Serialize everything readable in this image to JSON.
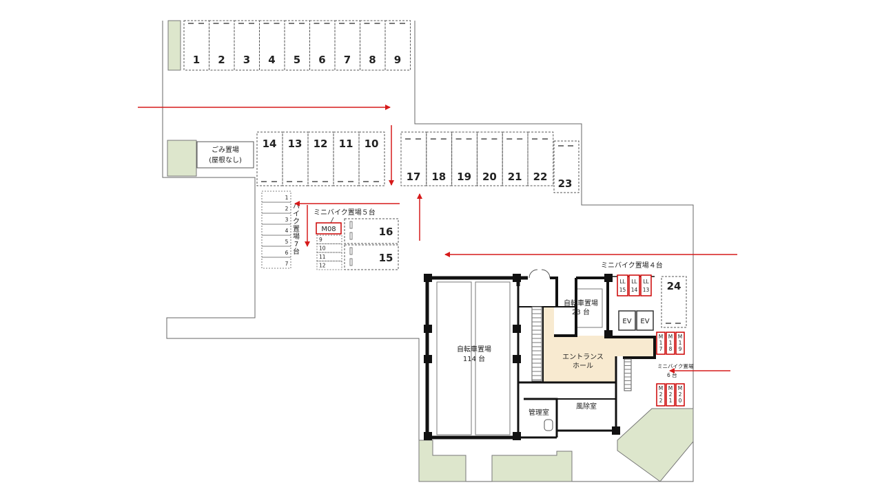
{
  "parking_top_row": [
    "1",
    "2",
    "3",
    "4",
    "5",
    "6",
    "7",
    "8",
    "9"
  ],
  "parking_mid_row": [
    "14",
    "13",
    "12",
    "11",
    "10"
  ],
  "parking_right_row": [
    "17",
    "18",
    "19",
    "20",
    "21",
    "22"
  ],
  "space_23": "23",
  "space_24": "24",
  "space_16": "16",
  "space_15": "15",
  "garbage_area": {
    "line1": "ごみ置場",
    "line2": "(屋根なし)"
  },
  "bike_parking_7": {
    "vertical_label": [
      "バ",
      "イ",
      "ク",
      "置",
      "場",
      "7",
      "台"
    ],
    "slots": [
      "1",
      "2",
      "3",
      "4",
      "5",
      "6",
      "7"
    ]
  },
  "mini_bike_5": {
    "label": "ミニバイク置場５台",
    "highlight": "M08",
    "slots": [
      "9",
      "10",
      "11",
      "12"
    ]
  },
  "mini_bike_4": {
    "label": "ミニバイク置場４台",
    "boxes": [
      [
        "LL",
        "15"
      ],
      [
        "LL",
        "14"
      ],
      [
        "LL",
        "13"
      ]
    ]
  },
  "mini_bike_6": {
    "line1": "ミニバイク置場",
    "line2": "6 台",
    "boxes_top": [
      [
        "M",
        "1",
        "7"
      ],
      [
        "M",
        "1",
        "8"
      ],
      [
        "M",
        "1",
        "9"
      ]
    ],
    "boxes_bottom": [
      [
        "M",
        "2",
        "2"
      ],
      [
        "M",
        "2",
        "1"
      ],
      [
        "M",
        "2",
        "0"
      ]
    ]
  },
  "bicycle_114": {
    "line1": "自転車置場",
    "line2": "114 台"
  },
  "bicycle_23": {
    "line1": "自転車置場",
    "line2": "23 台"
  },
  "elevators": [
    "EV",
    "EV"
  ],
  "entrance_hall": {
    "line1": "エントランス",
    "line2": "ホール"
  },
  "windbreak_room": "風除室",
  "manager_room": "管理室",
  "colors": {
    "arrow": "#d61a1a",
    "highlight": "#cc0000",
    "green": "#dde6cc",
    "hall": "#f8ead0",
    "wall": "#111111"
  }
}
